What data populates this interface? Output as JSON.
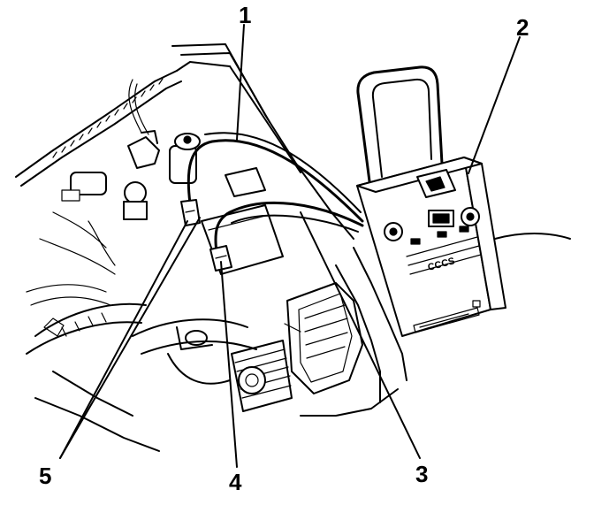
{
  "callouts": [
    {
      "id": "1",
      "label": "1"
    },
    {
      "id": "2",
      "label": "2"
    },
    {
      "id": "3",
      "label": "3"
    },
    {
      "id": "4",
      "label": "4"
    },
    {
      "id": "5",
      "label": "5"
    }
  ],
  "charger": {
    "panel_text": "CCCS"
  },
  "colors": {
    "ink": "#000000",
    "paper": "#ffffff"
  }
}
